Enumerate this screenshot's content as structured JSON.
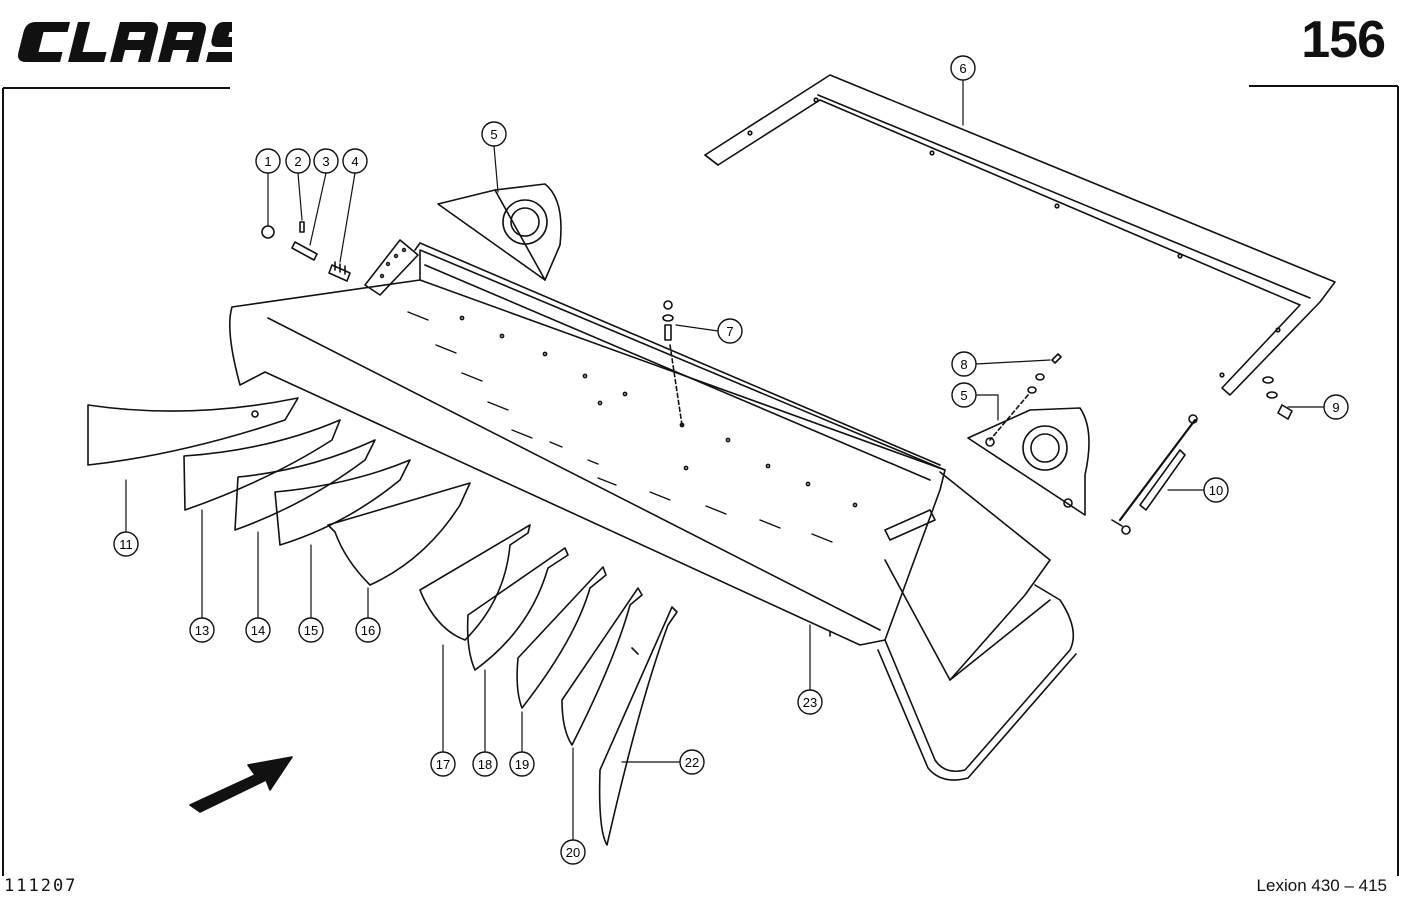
{
  "header": {
    "brand": "CLAAS",
    "page_number": "156"
  },
  "footer": {
    "drawing_number": "111207",
    "model": "Lexion 430 – 415"
  },
  "callouts": [
    {
      "id": "c1",
      "label": "1"
    },
    {
      "id": "c2",
      "label": "2"
    },
    {
      "id": "c3",
      "label": "3"
    },
    {
      "id": "c4",
      "label": "4"
    },
    {
      "id": "c5a",
      "label": "5"
    },
    {
      "id": "c5b",
      "label": "5"
    },
    {
      "id": "c6",
      "label": "6"
    },
    {
      "id": "c7",
      "label": "7"
    },
    {
      "id": "c8",
      "label": "8"
    },
    {
      "id": "c9",
      "label": "9"
    },
    {
      "id": "c10",
      "label": "10"
    },
    {
      "id": "c11",
      "label": "11"
    },
    {
      "id": "c13",
      "label": "13"
    },
    {
      "id": "c14",
      "label": "14"
    },
    {
      "id": "c15",
      "label": "15"
    },
    {
      "id": "c16",
      "label": "16"
    },
    {
      "id": "c17",
      "label": "17"
    },
    {
      "id": "c18",
      "label": "18"
    },
    {
      "id": "c19",
      "label": "19"
    },
    {
      "id": "c20",
      "label": "20"
    },
    {
      "id": "c22",
      "label": "22"
    },
    {
      "id": "c23",
      "label": "23"
    }
  ]
}
